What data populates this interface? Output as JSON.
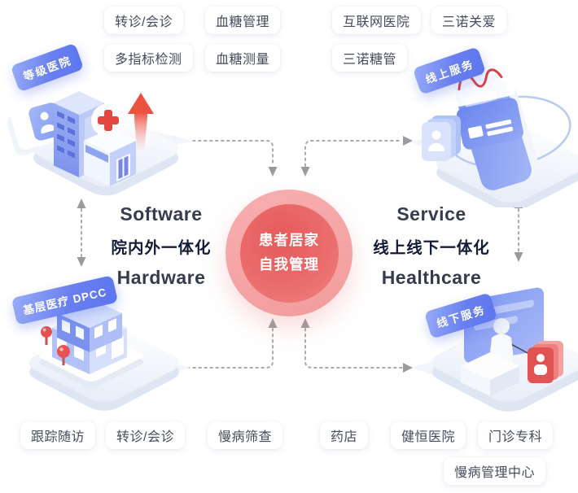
{
  "center_circle": {
    "line1": "患者居家",
    "line2": "自我管理"
  },
  "axis_labels": {
    "left": {
      "en_top": "Software",
      "cn": "院内外一体化",
      "en_bottom": "Hardware"
    },
    "right": {
      "en_top": "Service",
      "cn": "线上线下一体化",
      "en_bottom": "Healthcare"
    }
  },
  "quadrants": {
    "top_left": {
      "ribbon": "等级医院",
      "tags": [
        "转诊/会诊",
        "血糖管理",
        "多指标检测",
        "血糖测量"
      ]
    },
    "top_right": {
      "ribbon": "线上服务",
      "tags": [
        "互联网医院",
        "三诺关爱",
        "三诺糖管"
      ]
    },
    "bottom_left": {
      "ribbon": "基层医疗 DPCC",
      "tags": [
        "跟踪随访",
        "转诊/会诊",
        "慢病筛查"
      ]
    },
    "bottom_right": {
      "ribbon": "线下服务",
      "tags": [
        "药店",
        "健恒医院",
        "门诊专科",
        "慢病管理中心"
      ]
    }
  },
  "icons": {
    "top_left": [
      "hospital-tower-icon",
      "clinic-house-icon",
      "red-cross-icon",
      "growth-arrow-icon",
      "patient-card-icon"
    ],
    "top_right": [
      "smartphone-icon",
      "glucose-wave-card-icon",
      "id-card-icon",
      "contact-cards-icon",
      "orbit-ring-icon"
    ],
    "bottom_left": [
      "community-building-icon",
      "map-pin-icon"
    ],
    "bottom_right": [
      "service-counter-icon",
      "receptionist-icon",
      "info-panel-icon",
      "red-contact-cards-icon"
    ]
  },
  "colors": {
    "background": "#FFFFFF",
    "ribbon_gradient_start": "#97ACF7",
    "ribbon_gradient_end": "#5C76EE",
    "circle_ring": "#F5A6A6",
    "circle_core_start": "#E55A5A",
    "circle_core_end": "#F08282",
    "connector_dash": "#A59C9C",
    "connector_arrow": "#9B9B9E",
    "tag_text": "#454B5C",
    "en_text": "#353C4E",
    "cn_text": "#141C37",
    "illustration_blue": "#7E97F2",
    "accent_red": "#E4504F"
  }
}
